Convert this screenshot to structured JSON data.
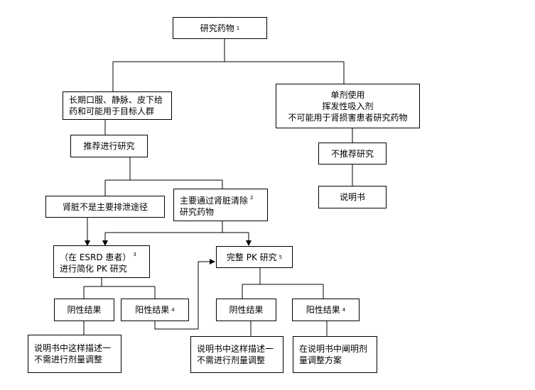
{
  "nodes": {
    "study_drug": {
      "text": "研究药物",
      "note": "1"
    },
    "oral_iv_sc": {
      "line1": "长期口服、静脉、皮下给",
      "line2": "药和可能用于目标人群"
    },
    "single_dose": {
      "line1": "单剂使用",
      "line2": "挥发性吸入剂",
      "line3": "不可能用于肾损害患者研究药物"
    },
    "recommend_study": {
      "text": "推荐进行研究"
    },
    "not_recommended": {
      "text": "不推荐研究"
    },
    "label_right": {
      "text": "说明书"
    },
    "renal_not_major": {
      "text": "肾脏不是主要排泄途径"
    },
    "renal_mainly": {
      "line1": "主要通过肾脏清除",
      "line2": "研究药物",
      "note": "2"
    },
    "reduced_pk": {
      "line1": "（在 ESRD 患者）",
      "line2": "进行简化 PK 研究",
      "note": "3"
    },
    "full_pk": {
      "text": "完整 PK 研究",
      "note": "5"
    },
    "negative_1": {
      "text": "阴性结果"
    },
    "positive_1": {
      "text": "阳性结果",
      "note": "4"
    },
    "negative_2": {
      "text": "阴性结果"
    },
    "positive_2": {
      "text": "阳性结果",
      "note": "4"
    },
    "label_no_adjust_1": {
      "line1": "说明书中这样描述一",
      "line2": "不需进行剂量调整"
    },
    "label_no_adjust_2": {
      "line1": "说明书中这样描述一",
      "line2": "不需进行剂量调整"
    },
    "label_dose_adjust": {
      "line1": "在说明书中阐明剂",
      "line2": "量调整方案"
    }
  }
}
